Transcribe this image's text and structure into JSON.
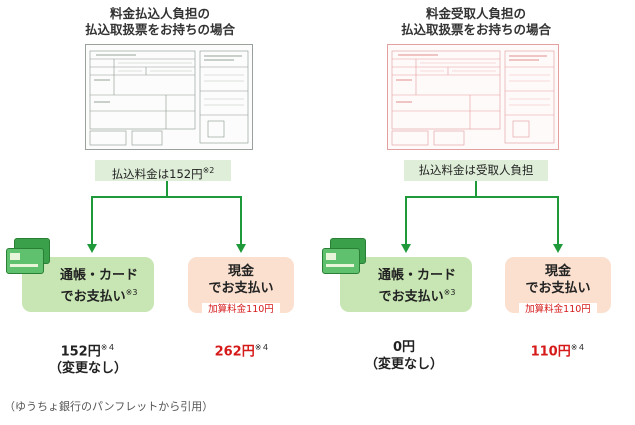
{
  "colors": {
    "arrow_green": "#1e9a3a",
    "box_green": "#c8e6b3",
    "box_peach": "#fbe0cf",
    "fee_band": "#dfeed8",
    "accent_red": "#d61a1a"
  },
  "left": {
    "heading_line1": "料金払込人負担の",
    "heading_line2": "払込取扱票をお持ちの場合",
    "fee_text": "払込料金は152円",
    "fee_mark": "※2",
    "option_card": {
      "line1": "通帳・カード",
      "line2": "でお支払い",
      "mark": "※3"
    },
    "option_cash": {
      "line1": "現金",
      "line2": "でお支払い",
      "badge": "加算料金110円"
    },
    "amount_card": {
      "value": "152円",
      "mark": "※４",
      "sub": "（変更なし）"
    },
    "amount_cash": {
      "value": "262円",
      "mark": "※４"
    }
  },
  "right": {
    "heading_line1": "料金受取人負担の",
    "heading_line2": "払込取扱票をお持ちの場合",
    "fee_text": "払込料金は受取人負担",
    "option_card": {
      "line1": "通帳・カード",
      "line2": "でお支払い",
      "mark": "※3"
    },
    "option_cash": {
      "line1": "現金",
      "line2": "でお支払い",
      "badge": "加算料金110円"
    },
    "amount_card": {
      "value": "0円",
      "sub": "（変更なし）"
    },
    "amount_cash": {
      "value": "110円",
      "mark": "※４"
    }
  },
  "source_note": "（ゆうちょ銀行のパンフレットから引用）"
}
